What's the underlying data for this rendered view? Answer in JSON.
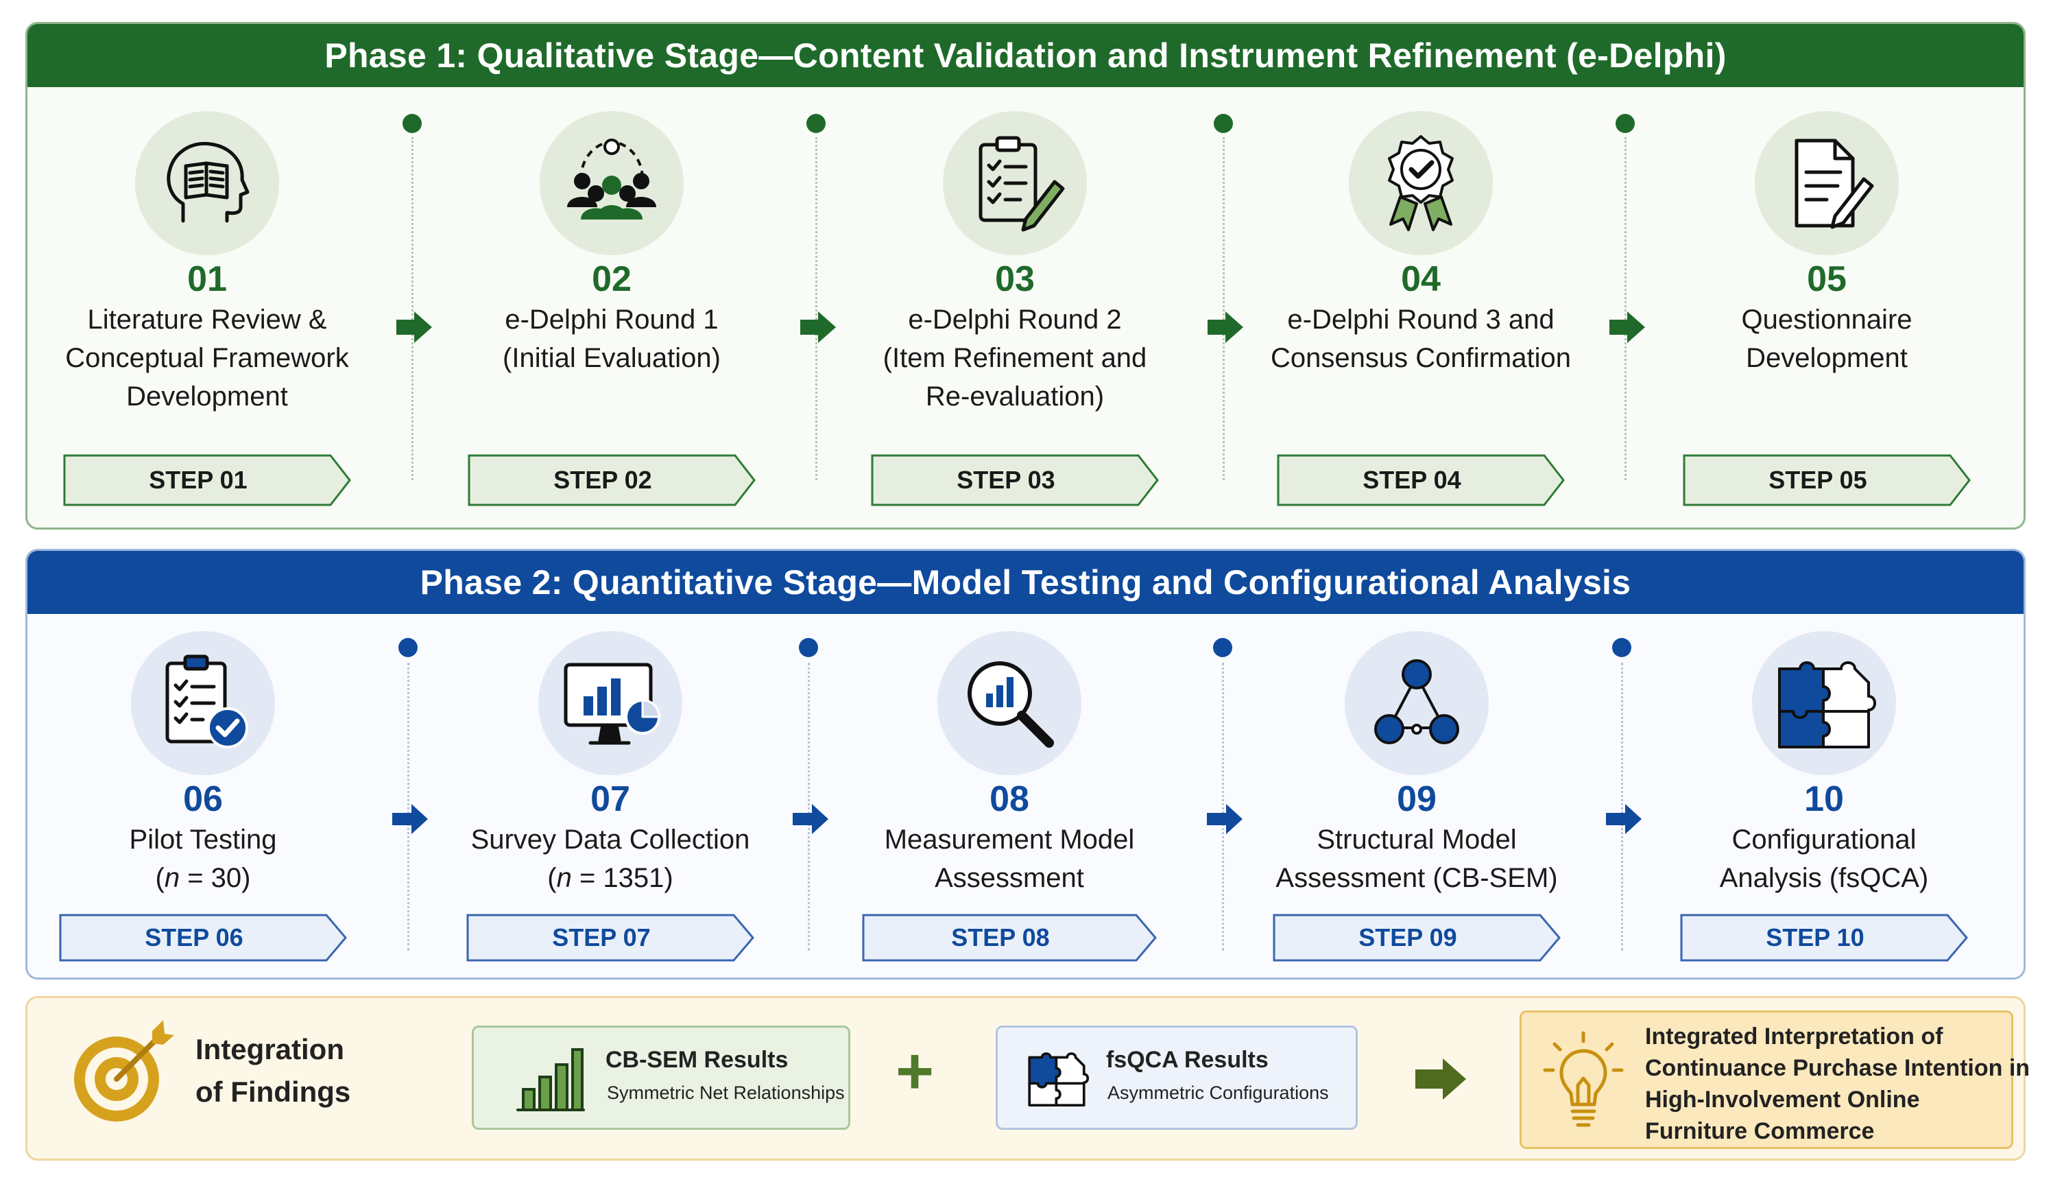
{
  "phase1": {
    "header": "Phase 1: Qualitative Stage—Content Validation and Instrument Refinement (e-Delphi)",
    "color": "#1f6a2a",
    "steps": [
      {
        "num": "01",
        "lines": [
          "Literature Review &",
          "Conceptual Framework",
          "Development"
        ],
        "badge": "STEP 01",
        "icon": "head-book-icon"
      },
      {
        "num": "02",
        "lines": [
          "e-Delphi Round 1",
          "(Initial Evaluation)"
        ],
        "badge": "STEP 02",
        "icon": "experts-group-icon"
      },
      {
        "num": "03",
        "lines": [
          "e-Delphi Round 2",
          "(Item Refinement and",
          "Re-evaluation)"
        ],
        "badge": "STEP 03",
        "icon": "checklist-pencil-icon"
      },
      {
        "num": "04",
        "lines": [
          "e-Delphi Round 3 and",
          "Consensus Confirmation"
        ],
        "badge": "STEP 04",
        "icon": "award-badge-icon"
      },
      {
        "num": "05",
        "lines": [
          "Questionnaire",
          "Development"
        ],
        "badge": "STEP 05",
        "icon": "document-pencil-icon"
      }
    ]
  },
  "phase2": {
    "header": "Phase 2: Quantitative Stage—Model Testing and Configurational Analysis",
    "color": "#0f4a9c",
    "steps": [
      {
        "num": "06",
        "l1": "Pilot Testing",
        "l2a": "(",
        "l2it": "n",
        "l2b": " = 30)",
        "badge": "STEP 06",
        "icon": "clipboard-check-icon"
      },
      {
        "num": "07",
        "l1": "Survey Data Collection",
        "l2a": "(",
        "l2it": "n",
        "l2b": " = 1351)",
        "badge": "STEP 07",
        "icon": "monitor-chart-icon"
      },
      {
        "num": "08",
        "l1": "Measurement Model",
        "l2a": "Assessment",
        "l2it": "",
        "l2b": "",
        "badge": "STEP 08",
        "icon": "magnifier-chart-icon"
      },
      {
        "num": "09",
        "l1": "Structural Model",
        "l2a": "Assessment (CB-SEM)",
        "l2it": "",
        "l2b": "",
        "badge": "STEP 09",
        "icon": "network-nodes-icon"
      },
      {
        "num": "10",
        "l1": "Configurational",
        "l2a": "Analysis (fsQCA)",
        "l2it": "",
        "l2b": "",
        "badge": "STEP 10",
        "icon": "puzzle-pieces-icon"
      }
    ]
  },
  "integration": {
    "label_line1": "Integration",
    "label_line2": "of Findings",
    "cbsem_title": "CB-SEM Results",
    "cbsem_sub": "Symmetric Net Relationships",
    "plus": "+",
    "fsqca_title": "fsQCA Results",
    "fsqca_sub": "Asymmetric Configurations",
    "final_lines": [
      "Integrated Interpretation of",
      "Continuance Purchase Intention in",
      "High-Involvement Online",
      "Furniture Commerce"
    ]
  },
  "colors": {
    "green": "#1f6a2a",
    "blue": "#0f4a9c",
    "gold": "#d6a21e",
    "olive": "#4f6b1d"
  }
}
